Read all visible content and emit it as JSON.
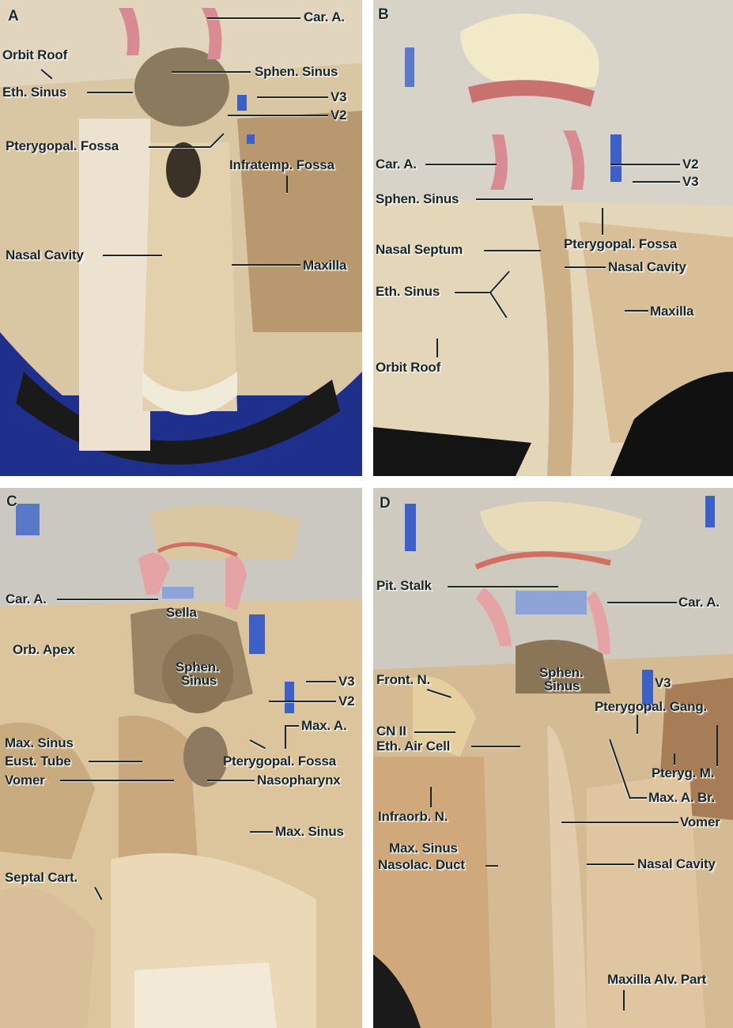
{
  "figure": {
    "panels": [
      {
        "id": "A",
        "letter": "A",
        "labels": [
          {
            "key": "car_a",
            "text": "Car. A."
          },
          {
            "key": "orbit_roof",
            "text": "Orbit Roof"
          },
          {
            "key": "sphen_sinus",
            "text": "Sphen. Sinus"
          },
          {
            "key": "eth_sinus",
            "text": "Eth. Sinus"
          },
          {
            "key": "v3",
            "text": "V3"
          },
          {
            "key": "v2",
            "text": "V2"
          },
          {
            "key": "pterygopal_fossa",
            "text": "Pterygopal. Fossa"
          },
          {
            "key": "infratemp_fossa",
            "text": "Infratemp. Fossa"
          },
          {
            "key": "nasal_cavity",
            "text": "Nasal Cavity"
          },
          {
            "key": "maxilla",
            "text": "Maxilla"
          }
        ]
      },
      {
        "id": "B",
        "letter": "B",
        "labels": [
          {
            "key": "car_a",
            "text": "Car. A."
          },
          {
            "key": "v2",
            "text": "V2"
          },
          {
            "key": "v3",
            "text": "V3"
          },
          {
            "key": "sphen_sinus",
            "text": "Sphen. Sinus"
          },
          {
            "key": "pterygopal_fossa",
            "text": "Pterygopal. Fossa"
          },
          {
            "key": "nasal_septum",
            "text": "Nasal Septum"
          },
          {
            "key": "nasal_cavity",
            "text": "Nasal Cavity"
          },
          {
            "key": "eth_sinus",
            "text": "Eth. Sinus"
          },
          {
            "key": "maxilla",
            "text": "Maxilla"
          },
          {
            "key": "orbit_roof",
            "text": "Orbit Roof"
          }
        ]
      },
      {
        "id": "C",
        "letter": "C",
        "labels": [
          {
            "key": "car_a",
            "text": "Car. A."
          },
          {
            "key": "sella",
            "text": "Sella"
          },
          {
            "key": "orb_apex",
            "text": "Orb. Apex"
          },
          {
            "key": "sphen_sinus_1",
            "text": "Sphen."
          },
          {
            "key": "sphen_sinus_2",
            "text": "Sinus"
          },
          {
            "key": "v3",
            "text": "V3"
          },
          {
            "key": "v2",
            "text": "V2"
          },
          {
            "key": "max_a",
            "text": "Max. A."
          },
          {
            "key": "max_sinus_left",
            "text": "Max. Sinus"
          },
          {
            "key": "eust_tube",
            "text": "Eust. Tube"
          },
          {
            "key": "pterygopal_fossa",
            "text": "Pterygopal. Fossa"
          },
          {
            "key": "vomer",
            "text": "Vomer"
          },
          {
            "key": "nasopharynx",
            "text": "Nasopharynx"
          },
          {
            "key": "max_sinus_right",
            "text": "Max. Sinus"
          },
          {
            "key": "septal_cart",
            "text": "Septal Cart."
          }
        ]
      },
      {
        "id": "D",
        "letter": "D",
        "labels": [
          {
            "key": "pit_stalk",
            "text": "Pit. Stalk"
          },
          {
            "key": "car_a",
            "text": "Car. A."
          },
          {
            "key": "sphen_sinus_1",
            "text": "Sphen."
          },
          {
            "key": "sphen_sinus_2",
            "text": "Sinus"
          },
          {
            "key": "front_n",
            "text": "Front. N."
          },
          {
            "key": "v3",
            "text": "V3"
          },
          {
            "key": "pterygopal_gang",
            "text": "Pterygopal. Gang."
          },
          {
            "key": "cn_ii",
            "text": "CN II"
          },
          {
            "key": "eth_air_cell",
            "text": "Eth. Air Cell"
          },
          {
            "key": "pteryg_m",
            "text": "Pteryg. M."
          },
          {
            "key": "max_a_br",
            "text": "Max. A. Br."
          },
          {
            "key": "infraorb_n",
            "text": "Infraorb. N."
          },
          {
            "key": "vomer",
            "text": "Vomer"
          },
          {
            "key": "max_sinus",
            "text": "Max. Sinus"
          },
          {
            "key": "nasolac_duct",
            "text": "Nasolac. Duct"
          },
          {
            "key": "nasal_cavity",
            "text": "Nasal Cavity"
          },
          {
            "key": "maxilla_alv_part",
            "text": "Maxilla Alv. Part"
          }
        ]
      }
    ]
  },
  "colors": {
    "tissue_light": "#e9dcc0",
    "tissue_mid": "#cdb58f",
    "tissue_dark": "#8f7a5c",
    "artery": "#d9828a",
    "vein_blue": "#3d5fc8",
    "backdrop_blue": "#1f2f8c",
    "label_text": "#1a2628"
  }
}
